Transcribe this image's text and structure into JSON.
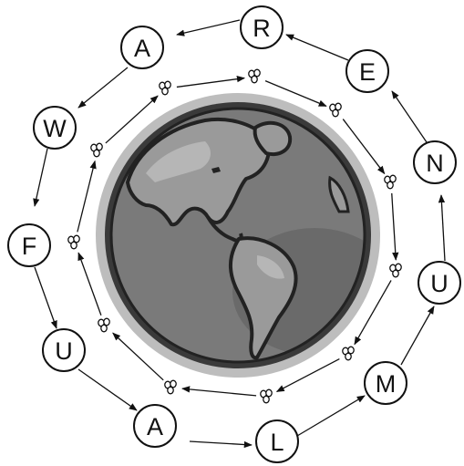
{
  "letters": [
    "R",
    "E",
    "N",
    "U",
    "M",
    "L",
    "A",
    "U",
    "F",
    "W",
    "A"
  ],
  "palette": {
    "ink": "#111111",
    "paper": "#ffffff",
    "halo": "#bdbdbd",
    "ocean": "#7a7a7a",
    "ocean_dark": "#555555",
    "land": "#9a9a9a",
    "land_light": "#bdbdbd",
    "rim": "#3a3a3a"
  },
  "icons": {
    "globe": "globe-icon",
    "trail_marker": "footprints-icon"
  }
}
